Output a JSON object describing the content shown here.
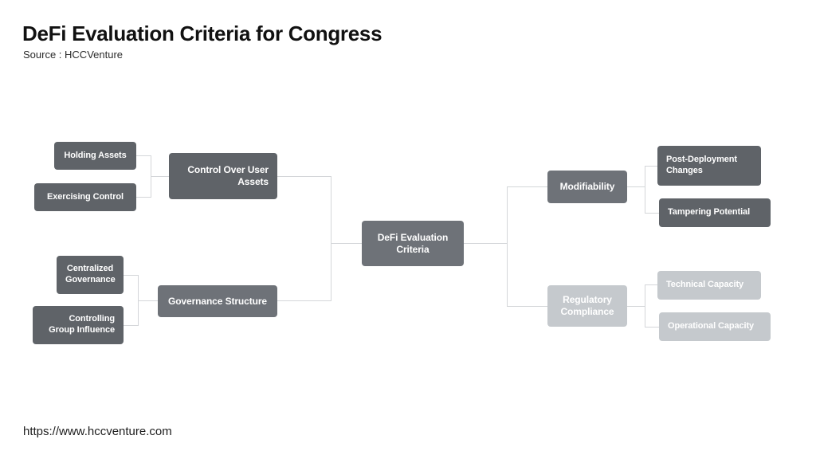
{
  "header": {
    "title": "DeFi Evaluation Criteria for Congress",
    "source": "Source : HCCVenture"
  },
  "footer": {
    "url": "https://www.hccventure.com"
  },
  "colors": {
    "node_dark": "#5f6368",
    "node_mid": "#6e7278",
    "node_light": "#c5c9cd",
    "connector": "#d4d6d9",
    "text_on_node": "#ffffff",
    "title": "#111111",
    "background": "#ffffff"
  },
  "diagram": {
    "type": "mind-map",
    "root": {
      "label": "DeFi Evaluation Criteria"
    },
    "nodes": {
      "holding_assets": "Holding Assets",
      "exercising_control": "Exercising Control",
      "control_over_user_assets": "Control Over User Assets",
      "centralized_governance": "Centralized Governance",
      "controlling_group_influence": "Controlling Group Influence",
      "governance_structure": "Governance Structure",
      "modifiability": "Modifiability",
      "post_deployment_changes": "Post-Deployment Changes",
      "tampering_potential": "Tampering Potential",
      "regulatory_compliance": "Regulatory Compliance",
      "technical_capacity": "Technical Capacity",
      "operational_capacity": "Operational Capacity"
    }
  }
}
